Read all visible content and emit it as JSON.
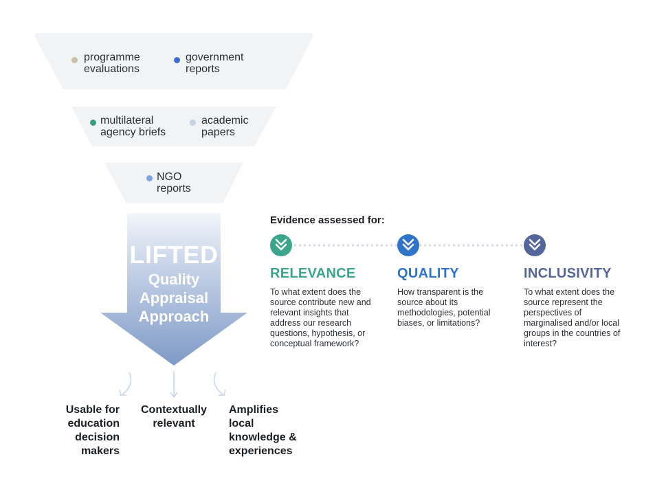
{
  "funnel": {
    "tier1": {
      "left": {
        "label": "programme\nevaluations",
        "dot_color": "#c9c2a8"
      },
      "right": {
        "label": "government\nreports",
        "dot_color": "#3a6fd0"
      }
    },
    "tier2": {
      "left": {
        "label": "multilateral\nagency briefs",
        "dot_color": "#3a9e7e"
      },
      "right": {
        "label": "academic\npapers",
        "dot_color": "#c4d2e6"
      }
    },
    "tier3": {
      "center": {
        "label": "NGO\nreports",
        "dot_color": "#7ea6dd"
      }
    }
  },
  "arrow": {
    "title": "LIFTED",
    "subtitle": "Quality\nAppraisal\nApproach"
  },
  "outcomes": [
    {
      "label": "Usable for\neducation\ndecision\nmakers"
    },
    {
      "label": "Contextually\nrelevant"
    },
    {
      "label": "Amplifies\nlocal\nknowledge &\nexperiences"
    }
  ],
  "evidence": {
    "heading": "Evidence assessed for:",
    "criteria": [
      {
        "title": "RELEVANCE",
        "color": "#3aa58a",
        "icon": "double-chevron-down-icon",
        "description": "To what extent does the source contribute new and relevant insights that address our research questions, hypothesis, or conceptual framework?"
      },
      {
        "title": "QUALITY",
        "color": "#2f74c8",
        "icon": "double-chevron-down-icon",
        "description": "How transparent is the source about its methodologies, potential biases, or limitations?"
      },
      {
        "title": "INCLUSIVITY",
        "color": "#54659a",
        "icon": "double-chevron-down-icon",
        "description": "To what extent does the source represent the perspectives of marginalised and/or local groups in the countries of interest?"
      }
    ]
  }
}
